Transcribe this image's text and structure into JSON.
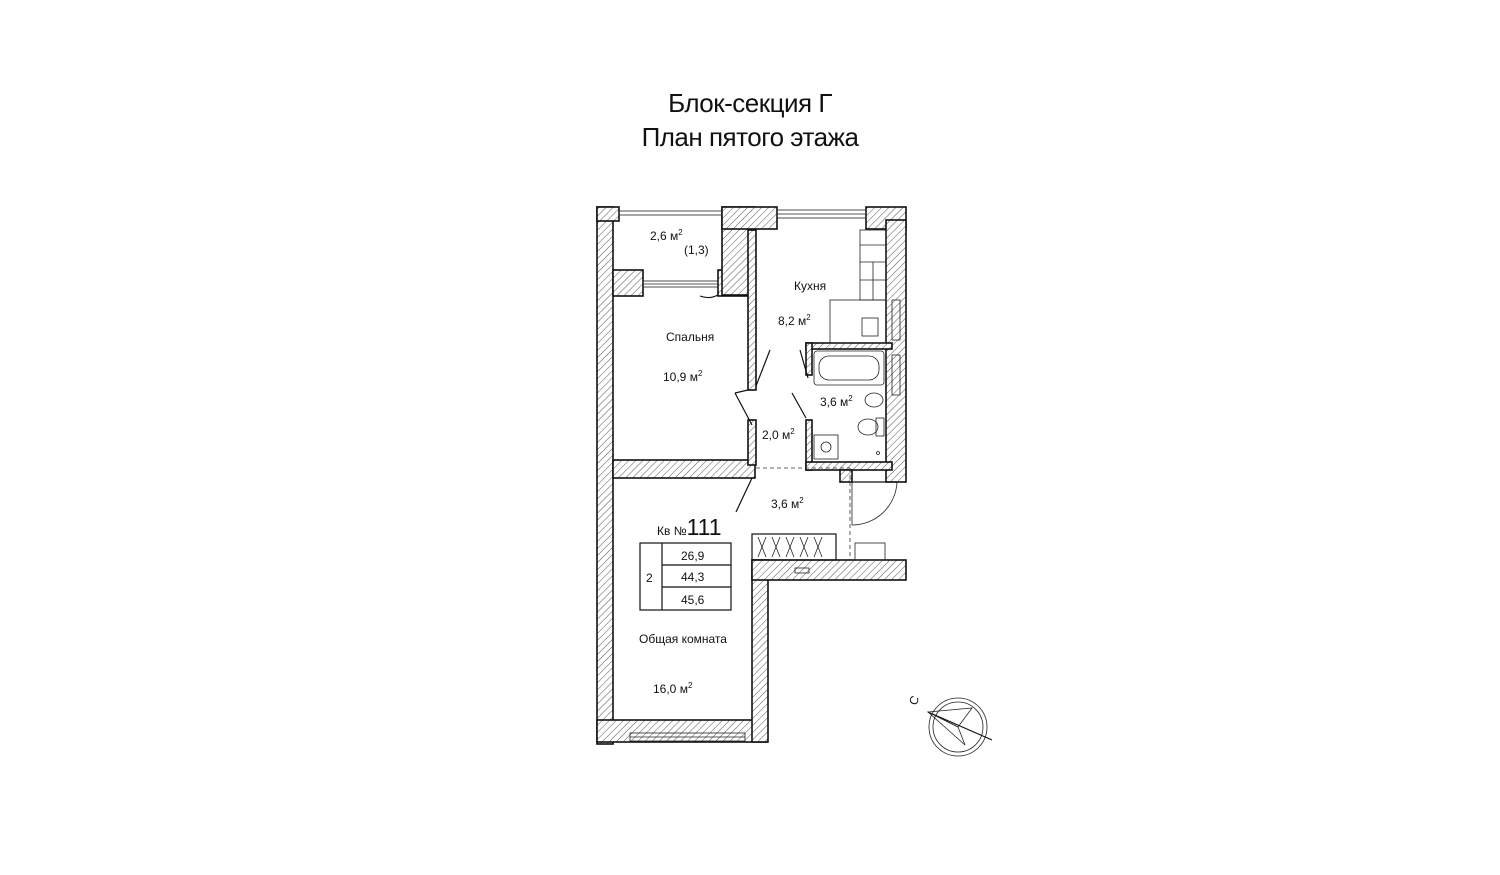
{
  "title": {
    "line1": "Блок-секция Г",
    "line2": "План пятого этажа"
  },
  "rooms": {
    "balcony": {
      "area": "2,6 м",
      "sup": "2",
      "note": "(1,3)"
    },
    "kitchen": {
      "name": "Кухня",
      "area": "8,2 м",
      "sup": "2"
    },
    "bedroom": {
      "name": "Спальня",
      "area": "10,9 м",
      "sup": "2"
    },
    "bathroom": {
      "area": "3,6 м",
      "sup": "2"
    },
    "corridor": {
      "area": "2,0 м",
      "sup": "2"
    },
    "hall": {
      "area": "3,6 м",
      "sup": "2"
    },
    "living": {
      "name": "Общая комната",
      "area": "16,0 м",
      "sup": "2"
    }
  },
  "apartment": {
    "label": "Кв №",
    "number": "111",
    "rooms_count": "2",
    "areas": [
      "26,9",
      "44,3",
      "45,6"
    ]
  },
  "compass": {
    "letter": "С"
  }
}
